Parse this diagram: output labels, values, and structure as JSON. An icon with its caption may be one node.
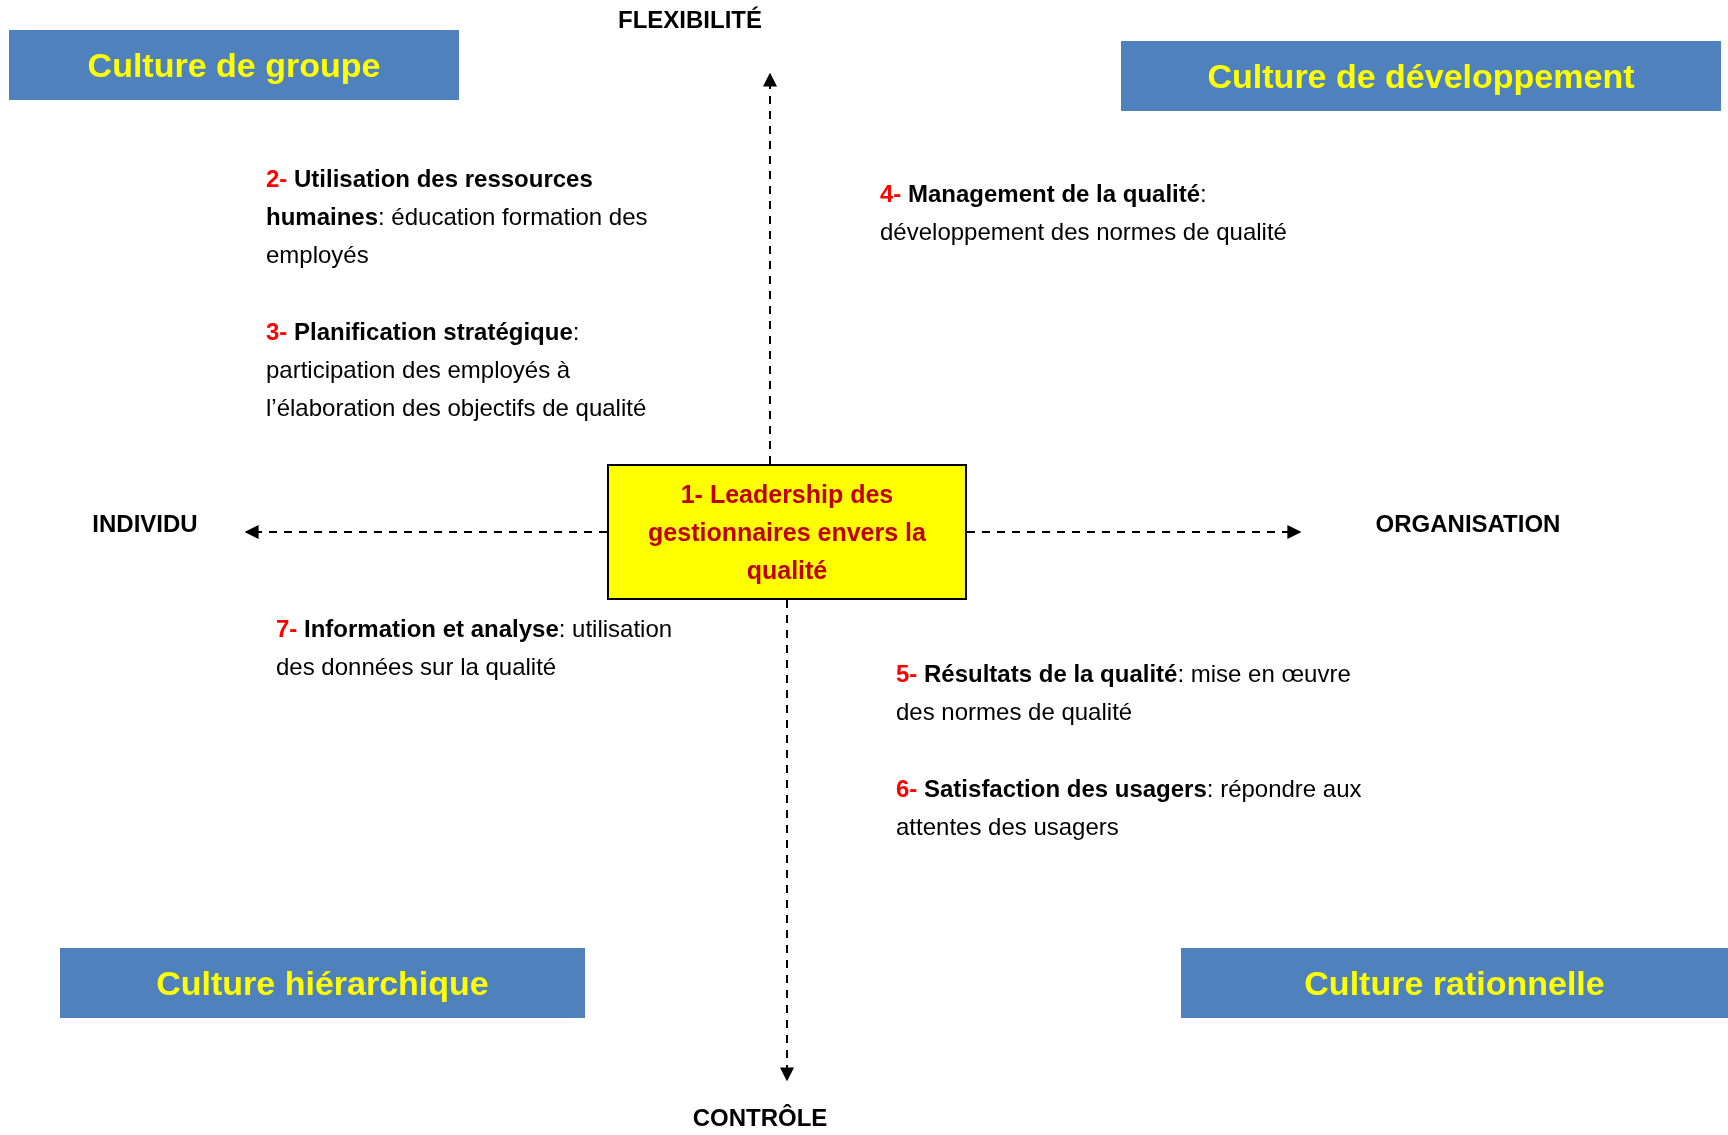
{
  "diagram": {
    "nodes": [
      {
        "text": [
          "Culture de groupe"
        ]
      },
      {
        "text": [
          "FLEXIBILITÉ"
        ]
      },
      {
        "text": [
          "Culture de développement"
        ]
      },
      {
        "text": [
          "1- Leadership des gestionnaires envers la qualité"
        ]
      },
      {
        "text": [
          "INDIVIDU"
        ]
      },
      {
        "text": [
          "ORGANISATION"
        ]
      },
      {
        "text": [
          "Culture hiérarchique"
        ]
      },
      {
        "text": [
          "Culture rationnelle"
        ]
      },
      {
        "text": [
          "CONTRÔLE"
        ]
      }
    ],
    "edges": [
      {
        "from": 3,
        "to": 1,
        "arrow": "to",
        "style": "dashed"
      },
      {
        "from": 3,
        "to": 4,
        "arrow": "to",
        "style": "dashed"
      },
      {
        "from": 3,
        "to": 5,
        "arrow": "to",
        "style": "dashed"
      },
      {
        "from": 3,
        "to": 8,
        "arrow": "to",
        "style": "dashed"
      }
    ],
    "labels": [
      "2-",
      "**Utilisation des ressources humaines**: éducation formation des employés",
      "4-",
      "**Management de la qualité**: développement des normes de qualité",
      "3-",
      "**Planification stratégique**: participation des employés à l’élaboration des objectifs de qualité",
      "7-",
      "**Information et analyse**: utilisation des données sur la qualité",
      "5-",
      "**Résultats de la qualité**: mise en œuvre des normes de qualité",
      "6-",
      "**Satisfaction des usagers**: répondre aux attentes des usagers"
    ]
  }
}
